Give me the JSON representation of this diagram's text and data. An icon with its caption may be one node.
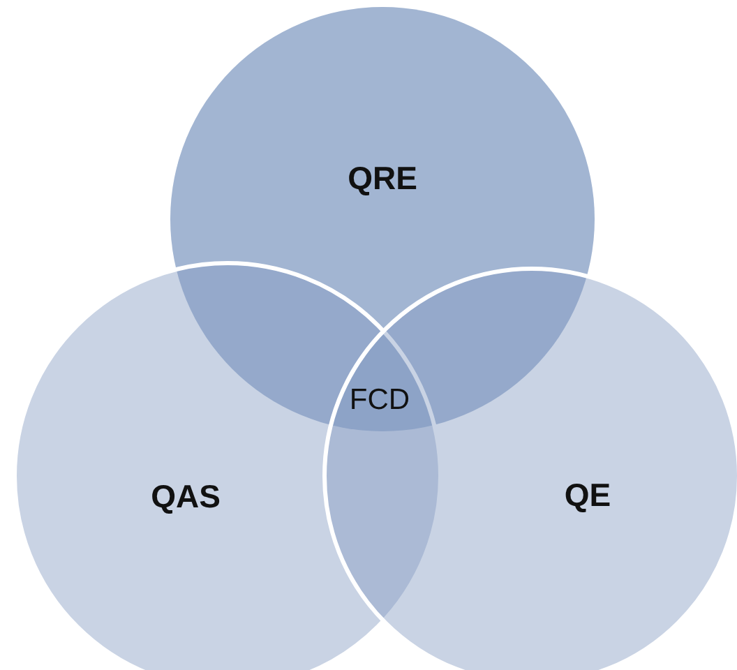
{
  "diagram": {
    "nodes": [
      {
        "text": [
          "QRE"
        ]
      },
      {
        "text": [
          "QAS"
        ]
      },
      {
        "text": [
          "QE"
        ]
      }
    ],
    "edges": [],
    "labels": [
      "FCD"
    ]
  }
}
